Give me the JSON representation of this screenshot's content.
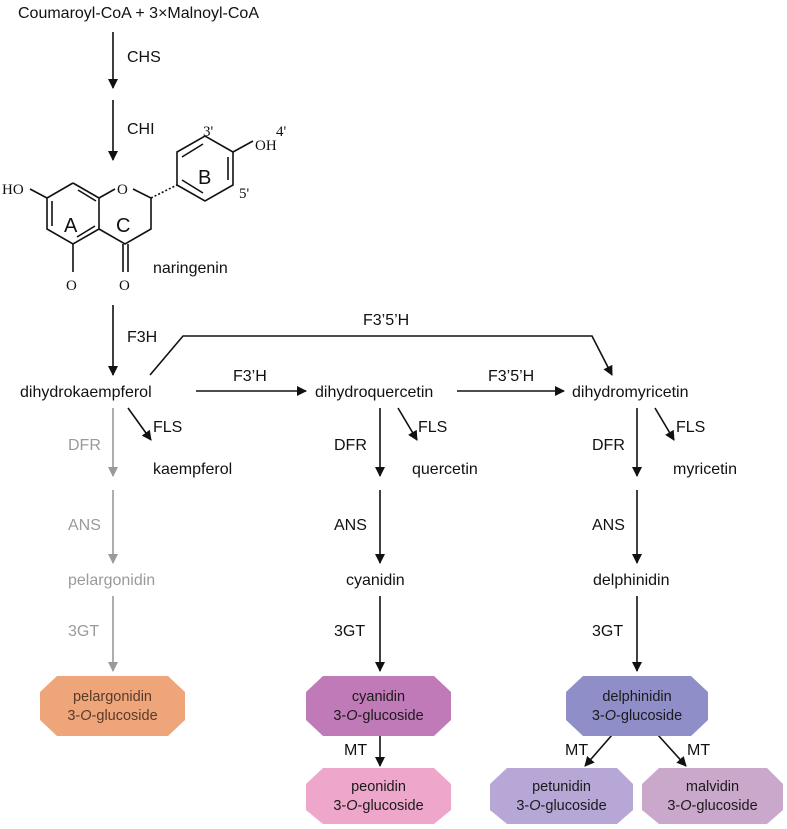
{
  "top": {
    "substrates": "Coumaroyl-CoA + 3×Malnoyl-CoA"
  },
  "enzymes": {
    "chs": "CHS",
    "chi": "CHI",
    "f3h": "F3H",
    "f35h_top": "F3’5’H",
    "f3h_prime": "F3’H",
    "f35h_mid": "F3’5’H",
    "fls1": "FLS",
    "fls2": "FLS",
    "fls3": "FLS",
    "dfr1": "DFR",
    "dfr2": "DFR",
    "dfr3": "DFR",
    "ans1": "ANS",
    "ans2": "ANS",
    "ans3": "ANS",
    "gt1": "3GT",
    "gt2": "3GT",
    "gt3": "3GT",
    "mt1": "MT",
    "mt2": "MT",
    "mt3": "MT"
  },
  "structure": {
    "name": "naringenin",
    "ring_a": "A",
    "ring_b": "B",
    "ring_c": "C",
    "ho": "HO",
    "oh": "OH",
    "o_ring": "O",
    "o_bottom1": "O",
    "o_bottom2": "O",
    "pos3": "3'",
    "pos4": "4'",
    "pos5": "5'"
  },
  "compounds": {
    "dihydrokaempferol": "dihydrokaempferol",
    "dihydroquercetin": "dihydroquercetin",
    "dihydromyricetin": "dihydromyricetin",
    "kaempferol": "kaempferol",
    "quercetin": "quercetin",
    "myricetin": "myricetin",
    "pelargonidin": "pelargonidin",
    "cyanidin": "cyanidin",
    "delphinidin": "delphinidin"
  },
  "glucosides": {
    "pelargonidin": {
      "name": "pelargonidin",
      "suffix": "3-",
      "o": "O",
      "tail": "-glucoside",
      "fill": "#eea57a",
      "text_color": "#5a3a2a"
    },
    "cyanidin": {
      "name": "cyanidin",
      "suffix": "3-",
      "o": "O",
      "tail": "-glucoside",
      "fill": "#c07ab8",
      "text_color": "#1a1a1a"
    },
    "peonidin": {
      "name": "peonidin",
      "suffix": "3-",
      "o": "O",
      "tail": "-glucoside",
      "fill": "#eea6cb",
      "text_color": "#1a1a1a"
    },
    "delphinidin": {
      "name": "delphinidin",
      "suffix": "3-",
      "o": "O",
      "tail": "-glucoside",
      "fill": "#8f8ec8",
      "text_color": "#1a1a1a"
    },
    "petunidin": {
      "name": "petunidin",
      "suffix": "3-",
      "o": "O",
      "tail": "-glucoside",
      "fill": "#b6a7d6",
      "text_color": "#1a1a1a"
    },
    "malvidin": {
      "name": "malvidin",
      "suffix": "3-",
      "o": "O",
      "tail": "-glucoside",
      "fill": "#caa8cc",
      "text_color": "#1a1a1a"
    }
  },
  "colors": {
    "inactive": "#9a9a9a",
    "line": "#111111"
  }
}
